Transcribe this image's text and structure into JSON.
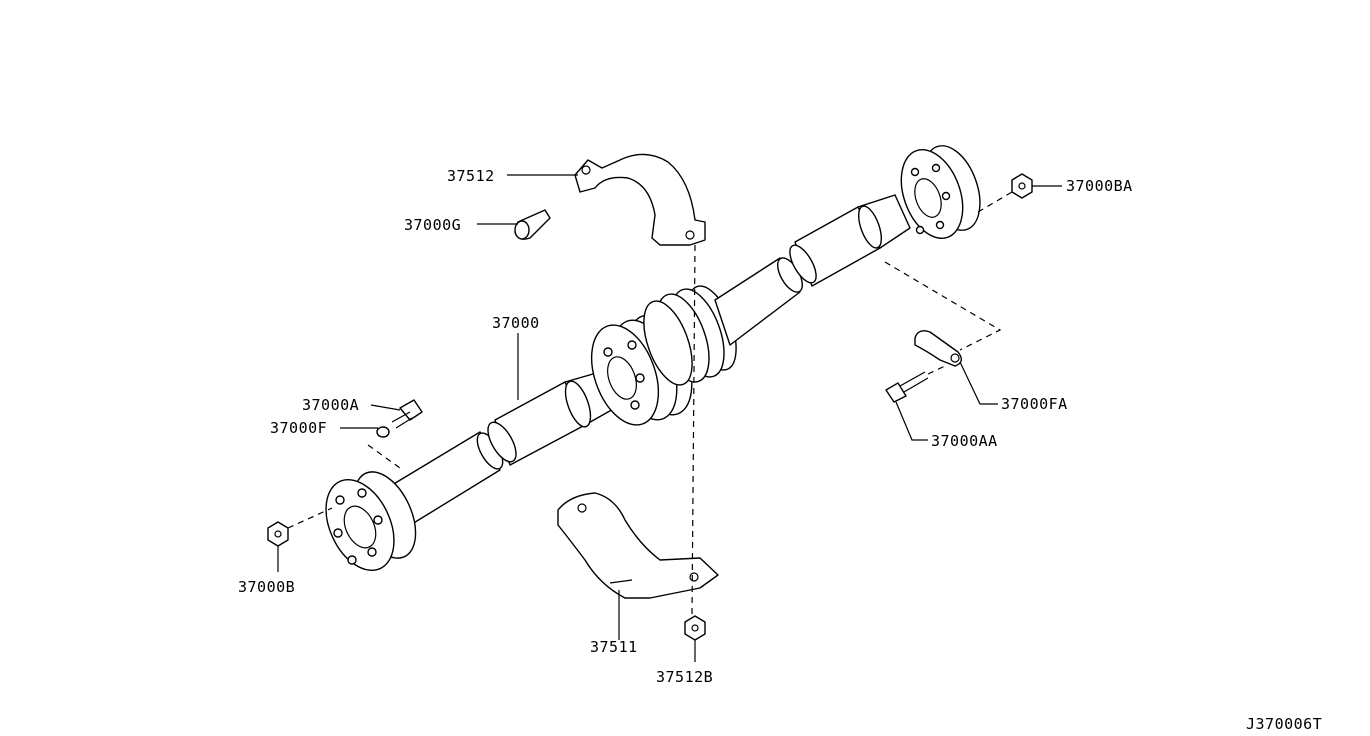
{
  "diagram_code": "J370006T",
  "callouts": {
    "c37512": "37512",
    "c37000G": "37000G",
    "c37000": "37000",
    "c37000A": "37000A",
    "c37000F": "37000F",
    "c37000B": "37000B",
    "c37511": "37511",
    "c37512B": "37512B",
    "c37000BA": "37000BA",
    "c37000FA": "37000FA",
    "c37000AA": "37000AA"
  }
}
